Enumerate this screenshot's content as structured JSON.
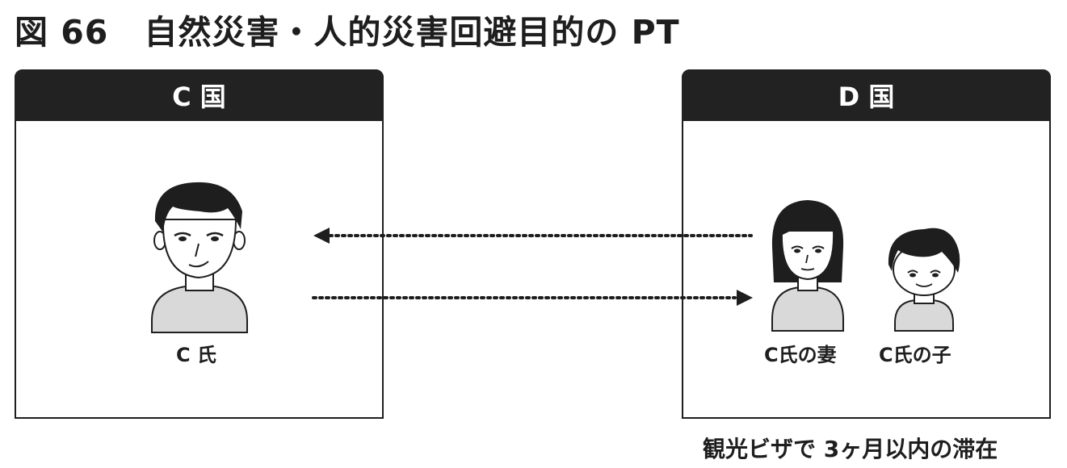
{
  "title": {
    "figure_number": "図 66",
    "text": "自然災害・人的災害回避目的の PT"
  },
  "countries": {
    "c": {
      "label": "C 国"
    },
    "d": {
      "label": "D 国"
    }
  },
  "people": {
    "c_man": {
      "label": "C 氏"
    },
    "wife": {
      "label": "C氏の妻"
    },
    "child": {
      "label": "C氏の子"
    }
  },
  "footnote": "観光ビザで 3ヶ月以内の滞在",
  "colors": {
    "header_bg": "#222222",
    "border": "#1e1e1e",
    "body_fill": "#d9d9d9"
  },
  "icons": {
    "arrow_to_c": "dotted-arrow-left-icon",
    "arrow_to_d": "dotted-arrow-right-icon"
  }
}
